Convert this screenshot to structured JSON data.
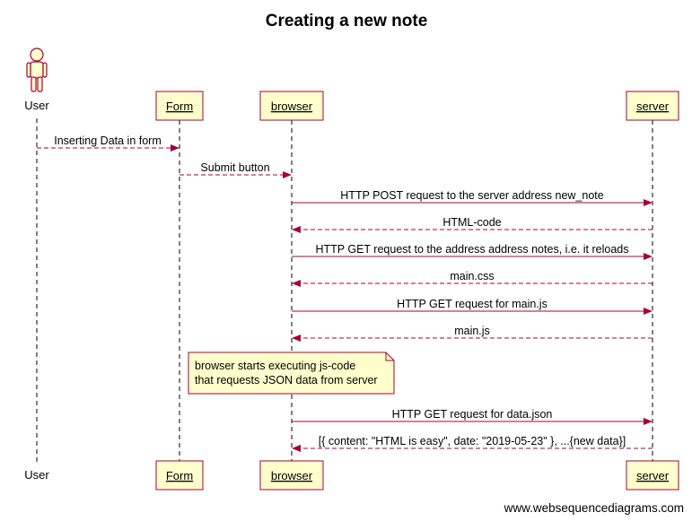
{
  "title": "Creating a new note",
  "colors": {
    "box_fill": "#ffffcc",
    "box_stroke": "#a80036",
    "arrow": "#a80036",
    "lifeline": "#000000",
    "actor_stroke": "#a80036",
    "actor_fill": "#fefece"
  },
  "participants": [
    {
      "id": "user",
      "label": "User",
      "type": "actor"
    },
    {
      "id": "form",
      "label": "Form",
      "type": "box"
    },
    {
      "id": "browser",
      "label": "browser",
      "type": "box"
    },
    {
      "id": "server",
      "label": "server",
      "type": "box"
    }
  ],
  "messages": [
    {
      "from": "user",
      "to": "form",
      "label": "Inserting Data in form",
      "style": "dashed"
    },
    {
      "from": "form",
      "to": "browser",
      "label": "Submit button",
      "style": "dashed"
    },
    {
      "from": "browser",
      "to": "server",
      "label": "HTTP POST request to the server address new_note",
      "style": "solid"
    },
    {
      "from": "server",
      "to": "browser",
      "label": "HTML-code",
      "style": "dashed"
    },
    {
      "from": "browser",
      "to": "server",
      "label": "HTTP GET request to the address address notes, i.e. it reloads",
      "style": "solid"
    },
    {
      "from": "server",
      "to": "browser",
      "label": "main.css",
      "style": "dashed"
    },
    {
      "from": "browser",
      "to": "server",
      "label": "HTTP GET request for main.js",
      "style": "solid"
    },
    {
      "from": "server",
      "to": "browser",
      "label": "main.js",
      "style": "dashed"
    },
    {
      "from": "browser",
      "to": "server",
      "label": "HTTP GET request for data.json",
      "style": "solid"
    },
    {
      "from": "server",
      "to": "browser",
      "label": "[{ content: \"HTML is easy\", date: \"2019-05-23\" }, ...{new data}]",
      "style": "dashed"
    }
  ],
  "note": {
    "lines": [
      "browser starts executing js-code",
      "that requests JSON data from server"
    ]
  },
  "footer": "www.websequencediagrams.com"
}
